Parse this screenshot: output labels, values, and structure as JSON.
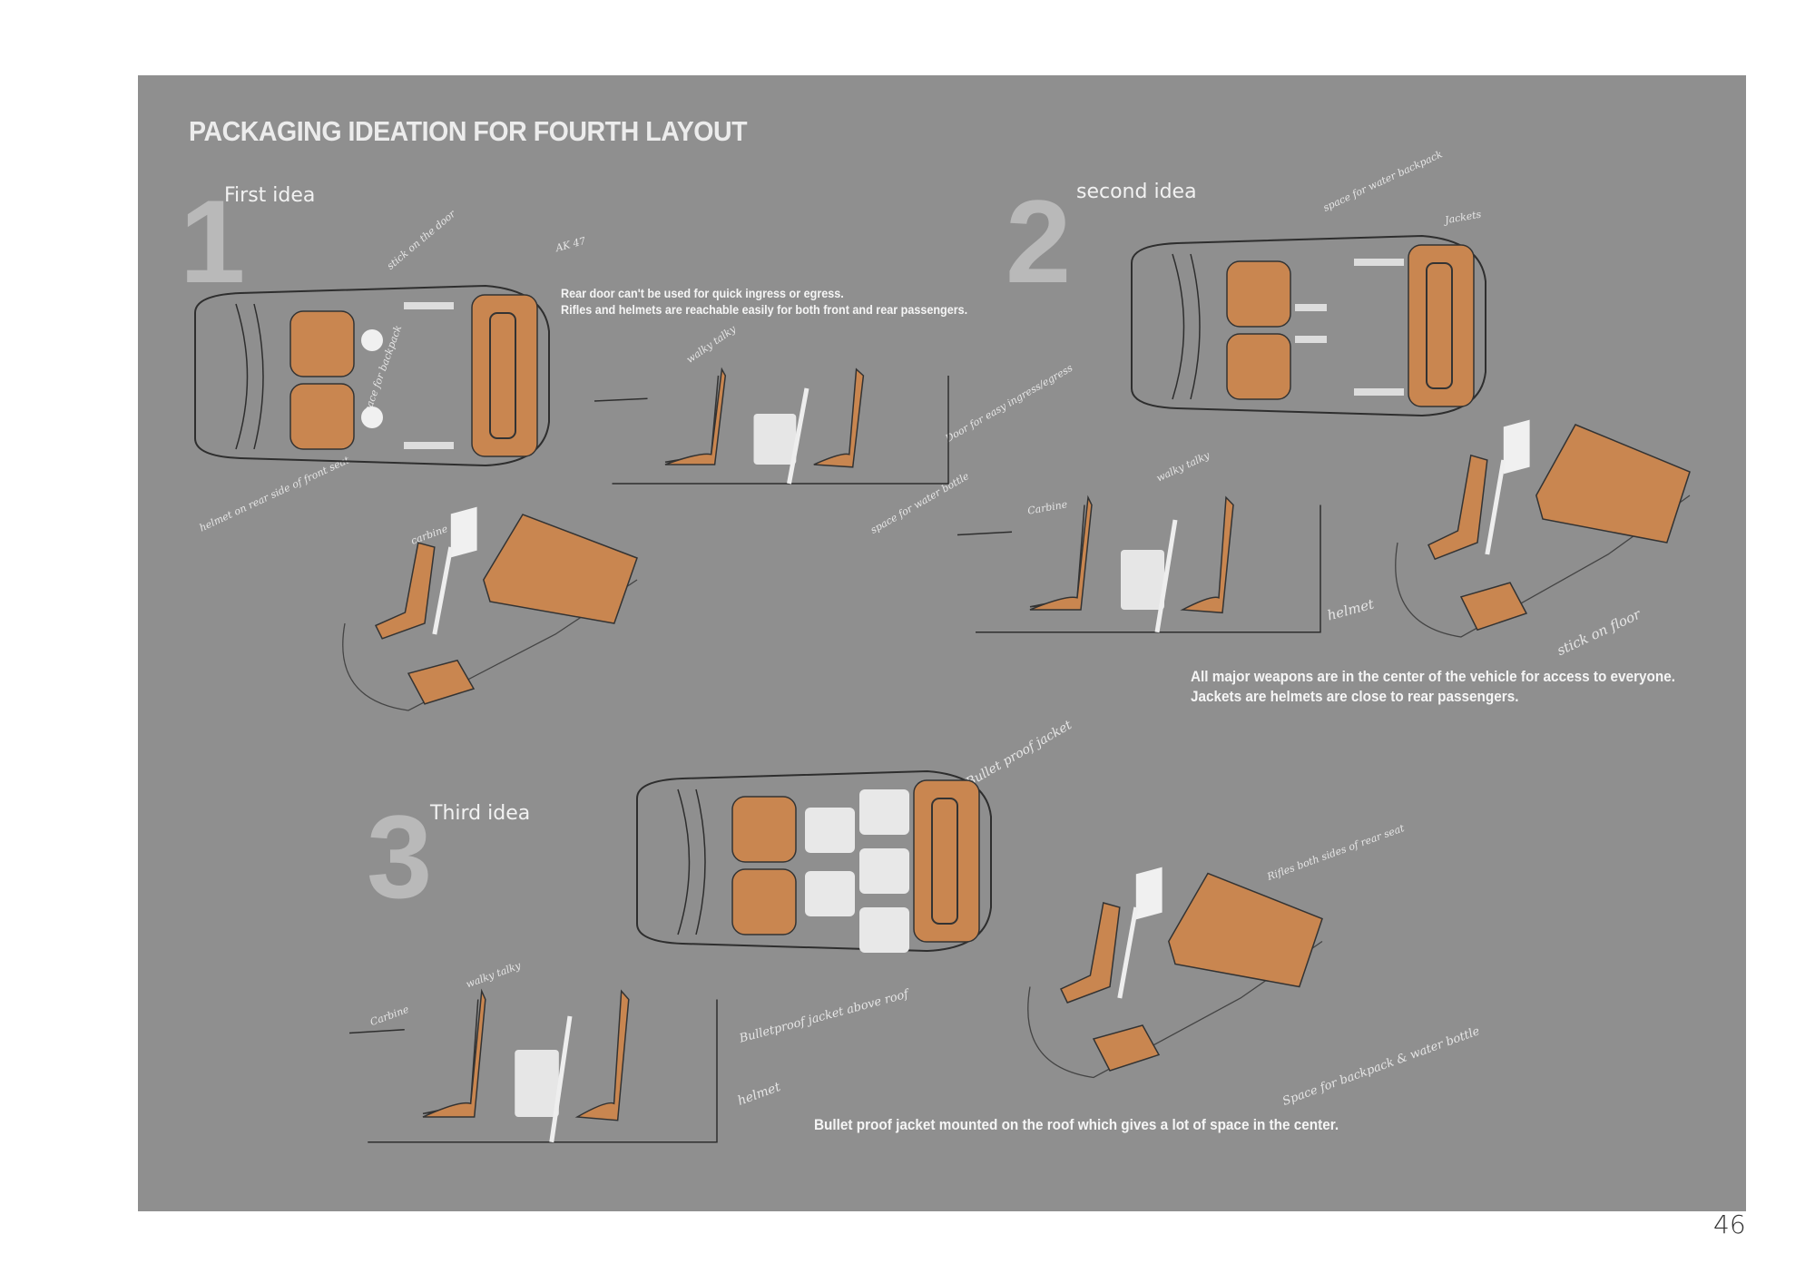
{
  "title": "PACKAGING IDEATION FOR FOURTH LAYOUT",
  "page_number": "46",
  "colors": {
    "panel": "#8f8f8f",
    "seat": "#c98650",
    "accent_white": "#f0f0f0",
    "sketch_line": "#2e2e2e"
  },
  "ideas": [
    {
      "number": "1",
      "label": "First idea",
      "notes": [
        "Rear door can't be used for quick ingress or egress.",
        "Rifles and helmets are reachable easily for both front and rear passengers."
      ],
      "annotations": [
        "AK 47",
        "stick on the door",
        "space for backpack",
        "helmet on rear side of front seat",
        "walky talky",
        "Door for easy ingress/egress",
        "space for water bottle",
        "carbine"
      ]
    },
    {
      "number": "2",
      "label": "second idea",
      "notes": [
        "All major weapons are in the center of the vehicle for access to everyone.",
        "Jackets are helmets are close to rear passengers."
      ],
      "annotations": [
        "space for water backpack",
        "Jackets",
        "walky talky",
        "Carbine",
        "helmet",
        "stick on floor"
      ]
    },
    {
      "number": "3",
      "label": "Third idea",
      "notes": [
        "Bullet proof jacket mounted on the roof which gives a lot of space in the center."
      ],
      "annotations": [
        "Bullet proof jacket",
        "Rifles both sides of rear seat",
        "Space for backpack & water bottle",
        "Carbine",
        "walky talky",
        "Bulletproof jacket above roof",
        "helmet"
      ]
    }
  ]
}
